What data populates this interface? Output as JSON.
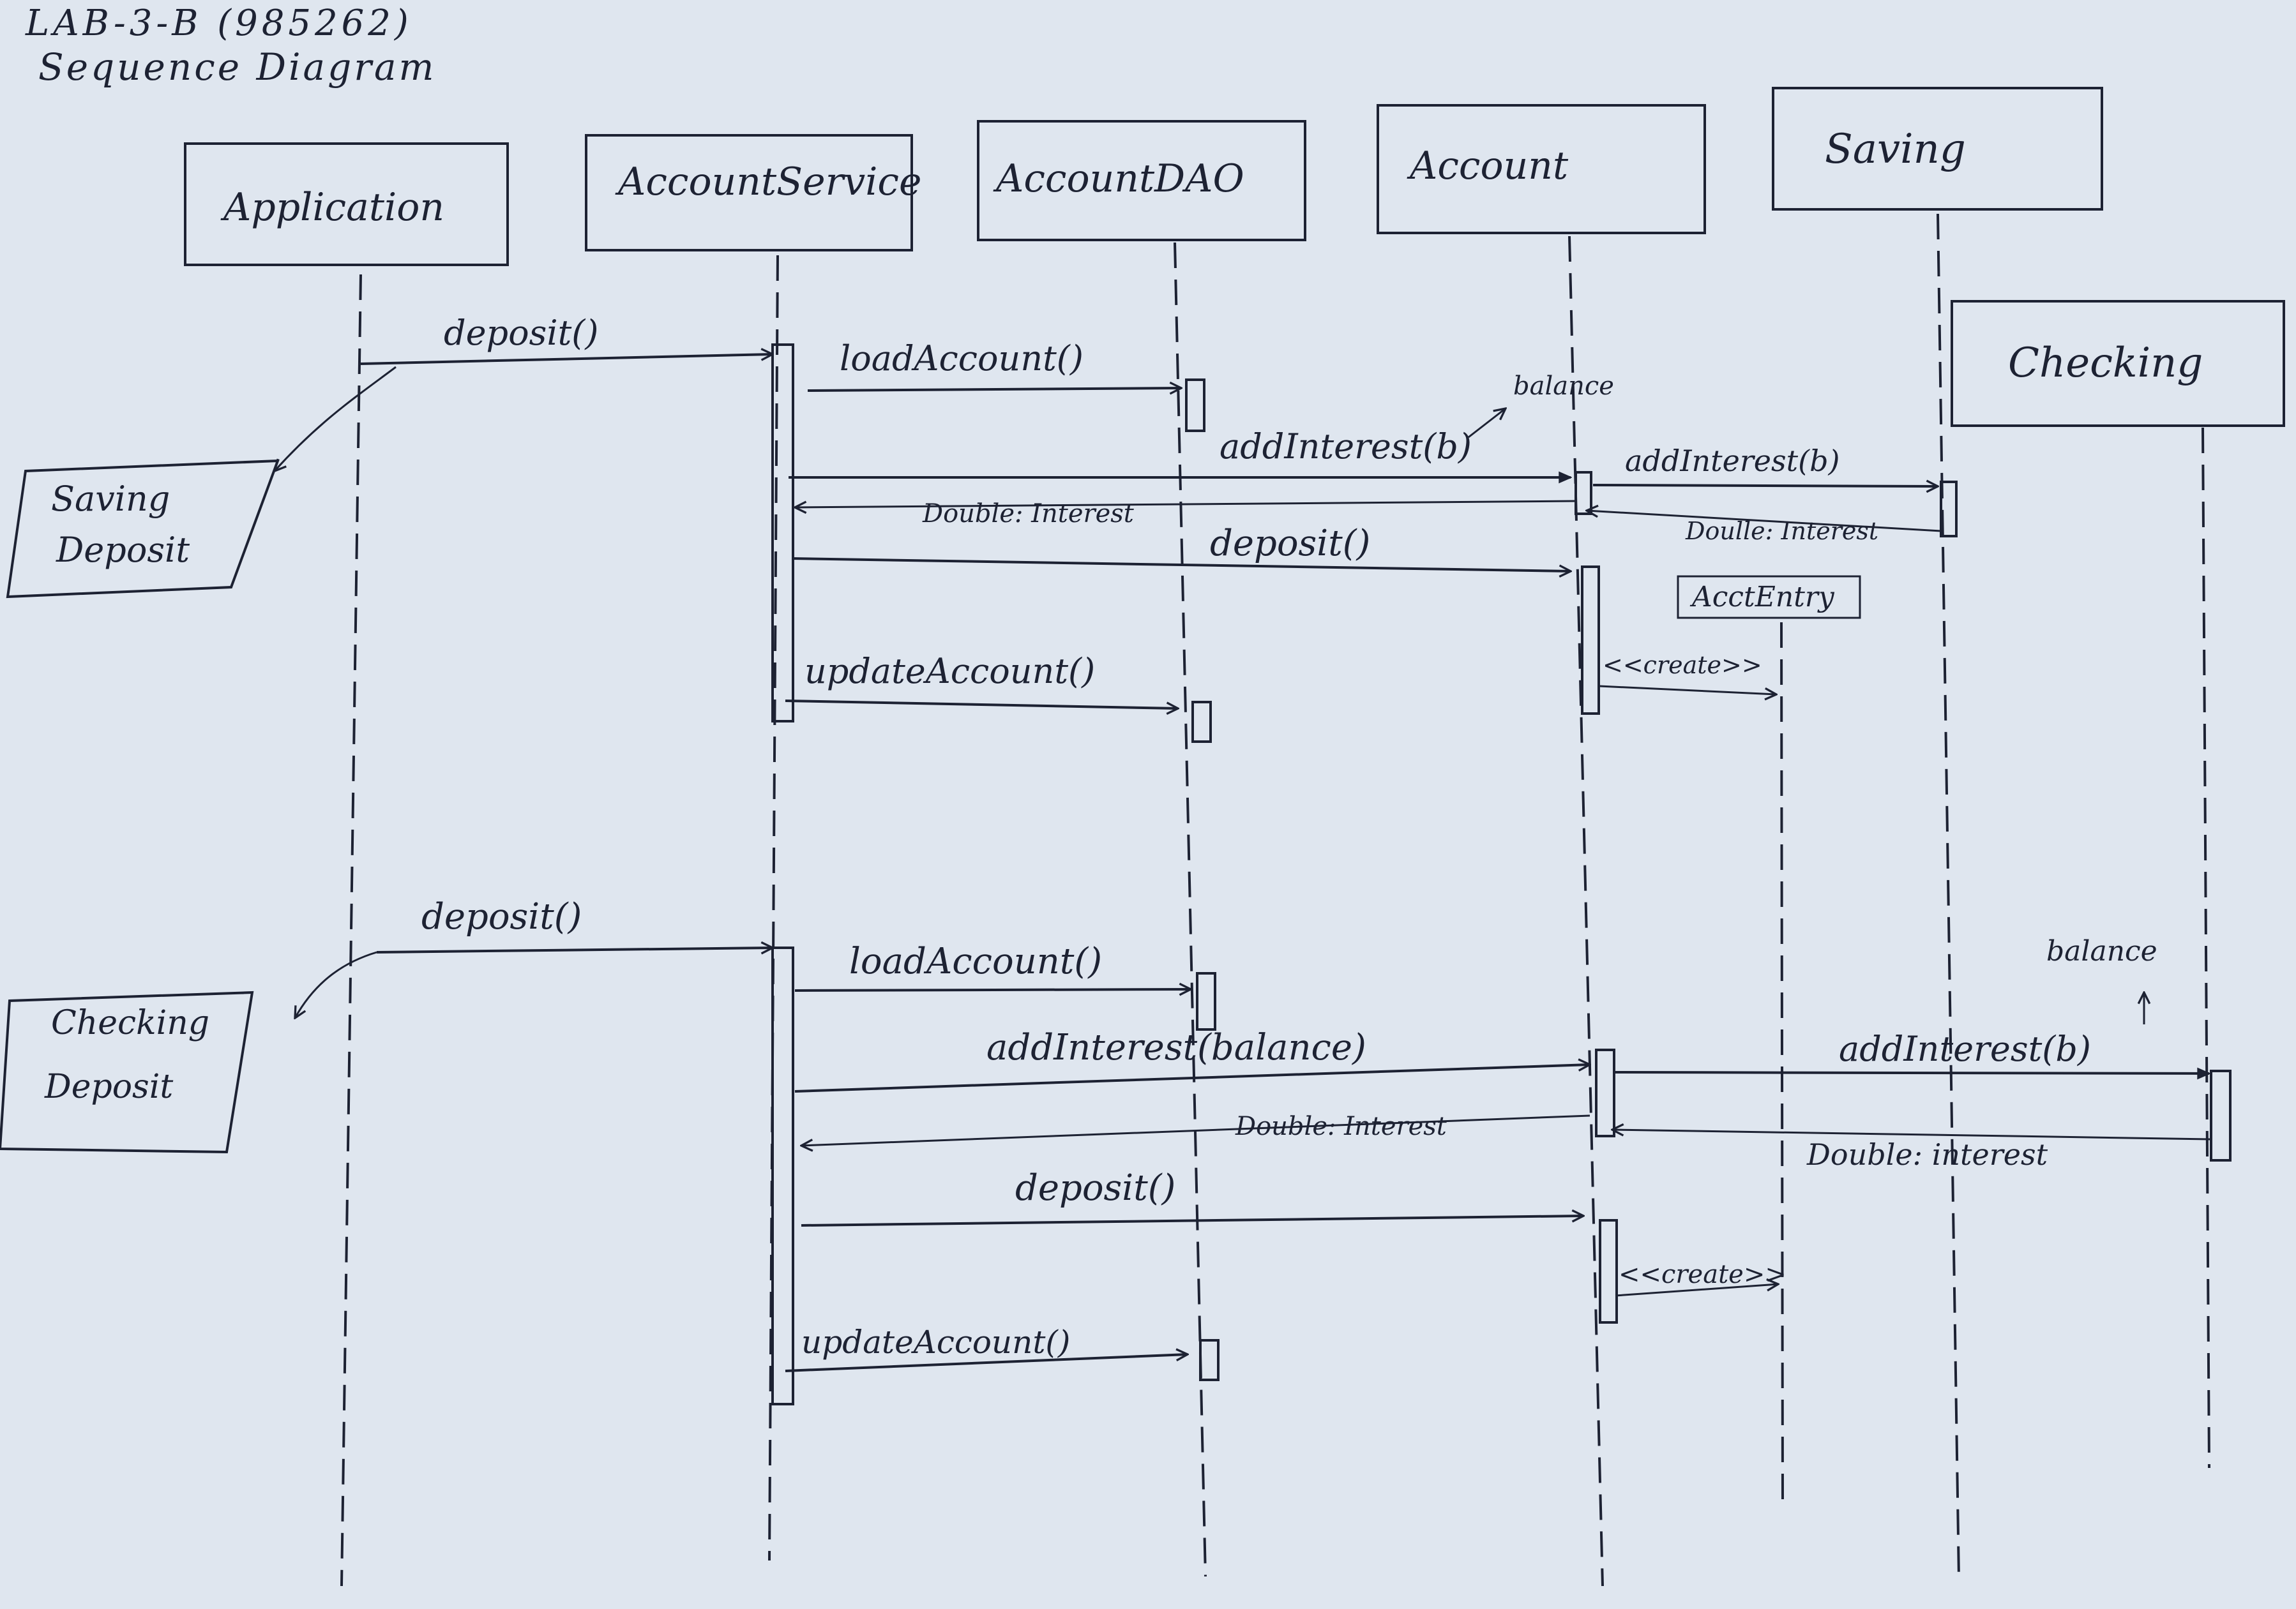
{
  "header": {
    "title": "LAB-3-B (985262)",
    "subtitle": "Sequence Diagram"
  },
  "participants": [
    {
      "id": "application",
      "label": "Application"
    },
    {
      "id": "accountservice",
      "label": "AccountService"
    },
    {
      "id": "accountdao",
      "label": "AccountDAO"
    },
    {
      "id": "account",
      "label": "Account"
    },
    {
      "id": "saving",
      "label": "Saving"
    },
    {
      "id": "checking",
      "label": "Checking"
    },
    {
      "id": "acctentry",
      "label": "AcctEntry"
    }
  ],
  "notes": {
    "saving_deposit": [
      "Saving",
      "Deposit"
    ],
    "checking_deposit": [
      "Checking",
      "Deposit"
    ],
    "balance_top": "balance",
    "balance_bottom": "balance"
  },
  "scenario_saving": {
    "deposit": "deposit()",
    "load_account": "loadAccount()",
    "add_interest": "addInterest(b)",
    "add_interest_saving": "addInterest(b)",
    "return_interest": "Double: Interest",
    "return_interest_saving": "Doulle: Interest",
    "account_deposit": "deposit()",
    "create": "<<create>>",
    "update_account": "updateAccount()"
  },
  "scenario_checking": {
    "deposit": "deposit()",
    "load_account": "loadAccount()",
    "add_interest": "addInterest(balance)",
    "add_interest_checking": "addInterest(b)",
    "return_interest": "Double: Interest",
    "return_interest_checking": "Double: interest",
    "account_deposit": "deposit()",
    "create": "<<create>>",
    "update_account": "updateAccount()"
  }
}
